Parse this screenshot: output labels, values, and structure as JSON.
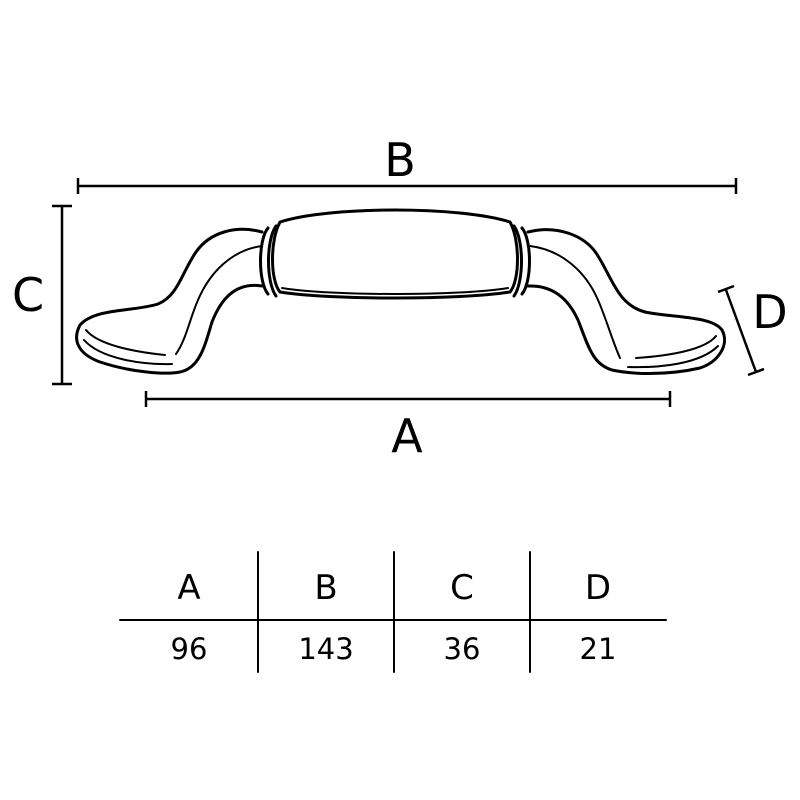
{
  "dimension_labels": {
    "a": "A",
    "b": "B",
    "c": "C",
    "d": "D"
  },
  "table": {
    "headers": [
      "A",
      "B",
      "C",
      "D"
    ],
    "values": [
      "96",
      "143",
      "36",
      "21"
    ]
  }
}
